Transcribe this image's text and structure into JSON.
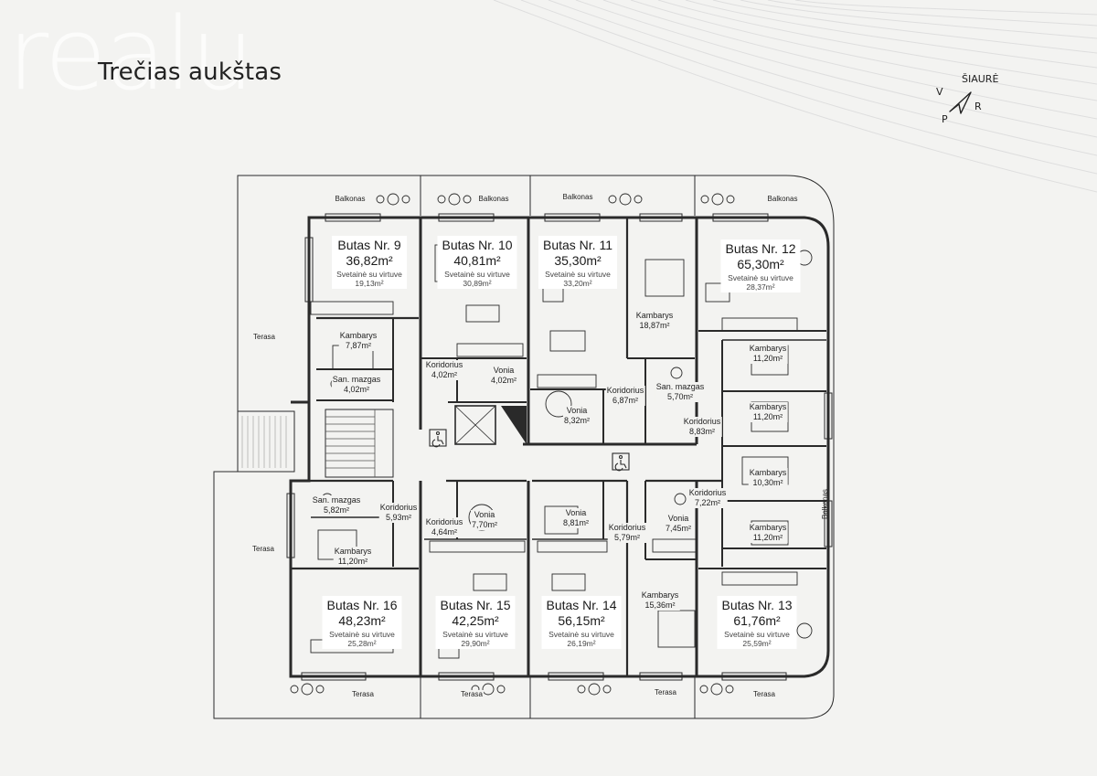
{
  "brand": "realu",
  "floor_title": "Trečias aukštas",
  "compass": {
    "north": "ŠIAURĖ",
    "west": "V",
    "south": "P",
    "east": "R"
  },
  "apartments": [
    {
      "name": "Butas Nr. 9",
      "area": "36,82m²",
      "room": "Svetainė su virtuve",
      "room_area": "19,13m²"
    },
    {
      "name": "Butas Nr. 10",
      "area": "40,81m²",
      "room": "Svetainė su virtuve",
      "room_area": "30,89m²"
    },
    {
      "name": "Butas Nr. 11",
      "area": "35,30m²",
      "room": "Svetainė su virtuve",
      "room_area": "33,20m²"
    },
    {
      "name": "Butas Nr. 12",
      "area": "65,30m²",
      "room": "Svetainė su virtuve",
      "room_area": "28,37m²"
    },
    {
      "name": "Butas Nr. 16",
      "area": "48,23m²",
      "room": "Svetainė su virtuve",
      "room_area": "25,28m²"
    },
    {
      "name": "Butas Nr. 15",
      "area": "42,25m²",
      "room": "Svetainė su virtuve",
      "room_area": "29,90m²"
    },
    {
      "name": "Butas Nr. 14",
      "area": "56,15m²",
      "room": "Svetainė su virtuve",
      "room_area": "26,19m²"
    },
    {
      "name": "Butas Nr. 13",
      "area": "61,76m²",
      "room": "Svetainė su virtuve",
      "room_area": "25,59m²"
    }
  ],
  "rooms": [
    {
      "name": "Kambarys",
      "area": "7,87m²"
    },
    {
      "name": "San. mazgas",
      "area": "4,02m²"
    },
    {
      "name": "Koridorius",
      "area": "4,02m²"
    },
    {
      "name": "Vonia",
      "area": "4,02m²"
    },
    {
      "name": "Kambarys",
      "area": "18,87m²"
    },
    {
      "name": "Vonia",
      "area": "8,32m²"
    },
    {
      "name": "Koridorius",
      "area": "6,87m²"
    },
    {
      "name": "San. mazgas",
      "area": "5,70m²"
    },
    {
      "name": "Koridorius",
      "area": "8,83m²"
    },
    {
      "name": "Kambarys",
      "area": "11,20m²"
    },
    {
      "name": "Kambarys",
      "area": "11,20m²"
    },
    {
      "name": "Kambarys",
      "area": "10,30m²"
    },
    {
      "name": "Kambarys",
      "area": "11,20m²"
    },
    {
      "name": "San. mazgas",
      "area": "5,82m²"
    },
    {
      "name": "Koridorius",
      "area": "5,93m²"
    },
    {
      "name": "Kambarys",
      "area": "11,20m²"
    },
    {
      "name": "Koridorius",
      "area": "4,64m²"
    },
    {
      "name": "Vonia",
      "area": "7,70m²"
    },
    {
      "name": "Vonia",
      "area": "8,81m²"
    },
    {
      "name": "Koridorius",
      "area": "5,79m²"
    },
    {
      "name": "Koridorius",
      "area": "7,22m²"
    },
    {
      "name": "Vonia",
      "area": "7,45m²"
    },
    {
      "name": "Kambarys",
      "area": "15,36m²"
    }
  ],
  "exterior": {
    "balcony": "Balkonas",
    "terrace": "Terasa"
  }
}
